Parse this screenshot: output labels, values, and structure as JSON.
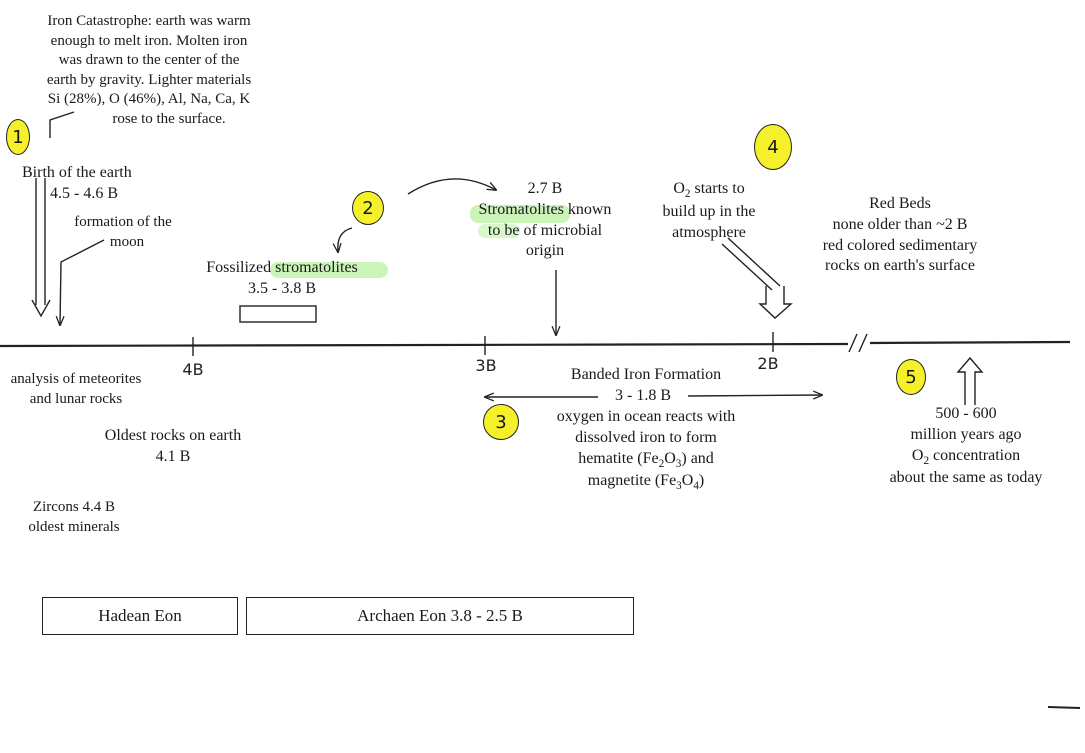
{
  "iron_catastrophe": {
    "lines": [
      "Iron Catastrophe: earth was warm",
      "enough to melt iron.  Molten iron",
      "was drawn to the center of the",
      "earth by gravity.  Lighter materials",
      "Si (28%), O (46%), Al, Na, Ca, K",
      "rose to the surface."
    ]
  },
  "circles": [
    "1",
    "2",
    "3",
    "4",
    "5"
  ],
  "birth": {
    "title": "Birth of the earth",
    "age": "4.5 - 4.6 B"
  },
  "moon": {
    "line1": "formation of the",
    "line2": "moon"
  },
  "fossil": {
    "prefix": "Fossilized ",
    "highlight": "stromatolites",
    "age": "3.5 - 3.8 B"
  },
  "stromatolites_known": {
    "age": "2.7 B",
    "highlight": "Stromatolites",
    "suffix": " known",
    "line2": "to be of microbial",
    "line3": "origin"
  },
  "oxygen_buildup": {
    "line1_pre": "O",
    "line1_sub": "2",
    "line1_post": " starts to",
    "line2": "build up in the",
    "line3": "atmosphere"
  },
  "red_beds": {
    "lines": [
      "Red Beds",
      "none older than ~2 B",
      "red colored sedimentary",
      "rocks on earth's surface"
    ]
  },
  "tick_labels": {
    "t4": "4B",
    "t3": "3B",
    "t2": "2B"
  },
  "meteorites": {
    "line1": "analysis of meteorites",
    "line2": "and lunar rocks"
  },
  "oldest_rocks": {
    "line1": "Oldest rocks on earth",
    "line2": "4.1 B"
  },
  "zircons": {
    "line1": "Zircons 4.4 B",
    "line2": "oldest minerals"
  },
  "banded_iron": {
    "title": "Banded Iron Formation",
    "range": "3 - 1.8 B",
    "line3": "oxygen in ocean reacts with",
    "line4": "dissolved iron to form",
    "line5_pre": "hematite (Fe",
    "line5_s1": "2",
    "line5_mid": "O",
    "line5_s2": "3",
    "line5_post": ") and",
    "line6_pre": "magnetite (Fe",
    "line6_s1": "3",
    "line6_mid": "O",
    "line6_s2": "4",
    "line6_post": ")"
  },
  "recent": {
    "line1": "500 - 600",
    "line2": "million years ago",
    "line3_pre": "O",
    "line3_sub": "2",
    "line3_post": " concentration",
    "line4": "about the same as today"
  },
  "eons": {
    "hadean": "Hadean Eon",
    "archaen": "Archaen Eon 3.8 - 2.5 B"
  }
}
